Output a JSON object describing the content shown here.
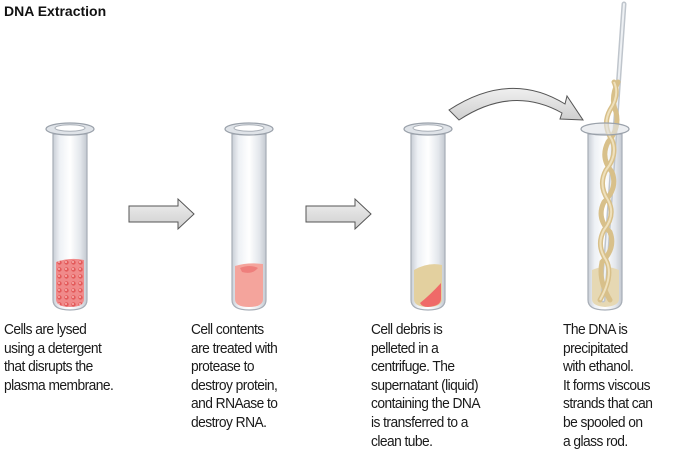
{
  "title": "DNA Extraction",
  "steps": [
    {
      "lines": [
        "Cells are lysed",
        "using a detergent",
        "that disrupts the",
        "plasma membrane."
      ]
    },
    {
      "lines": [
        "Cell contents",
        "are treated with",
        "protease to",
        "destroy protein,",
        "and RNAase to",
        "destroy RNA."
      ]
    },
    {
      "lines": [
        "Cell debris is",
        "pelleted in a",
        "centrifuge. The",
        "supernatant (liquid)",
        "containing the DNA",
        "is transferred to a",
        "clean tube."
      ]
    },
    {
      "lines": [
        "The DNA is",
        "precipitated",
        "with ethanol.",
        "It forms viscous",
        "strands that can",
        "be spooled on",
        "a glass rod."
      ]
    }
  ],
  "colors": {
    "cells": "#ef7a7a",
    "lysate": "#f3a7a0",
    "debris": "#e4cf9c",
    "pellet": "#ee6a6a",
    "dna": "#ddc99a",
    "arrow": "#dcdcdc"
  }
}
